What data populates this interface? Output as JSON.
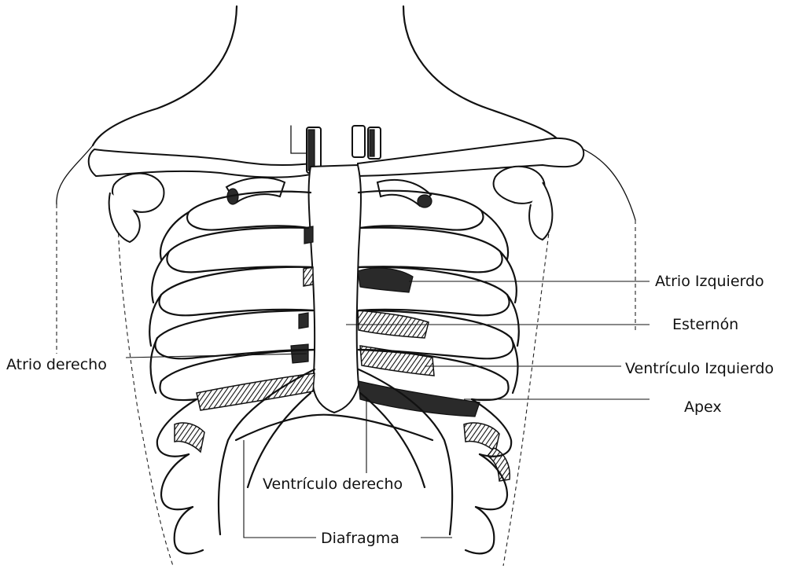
{
  "diagram": {
    "labels": {
      "atrio_izquierdo": "Atrio Izquierdo",
      "esternon": "Esternón",
      "atrio_derecho": "Atrio derecho",
      "ventriculo_izquierdo": "Ventrículo Izquierdo",
      "apex": "Apex",
      "ventriculo_derecho": "Ventrículo derecho",
      "diafragma": "Diafragma"
    }
  }
}
